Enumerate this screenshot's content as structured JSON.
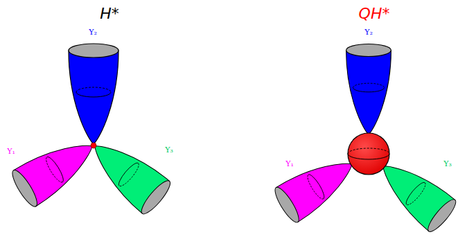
{
  "diagram": {
    "labels": [
      "H*",
      "QH*",
      "Y₂",
      "Y₁",
      "Y₃",
      "Y₂",
      "Y₁",
      "Y₃"
    ]
  }
}
